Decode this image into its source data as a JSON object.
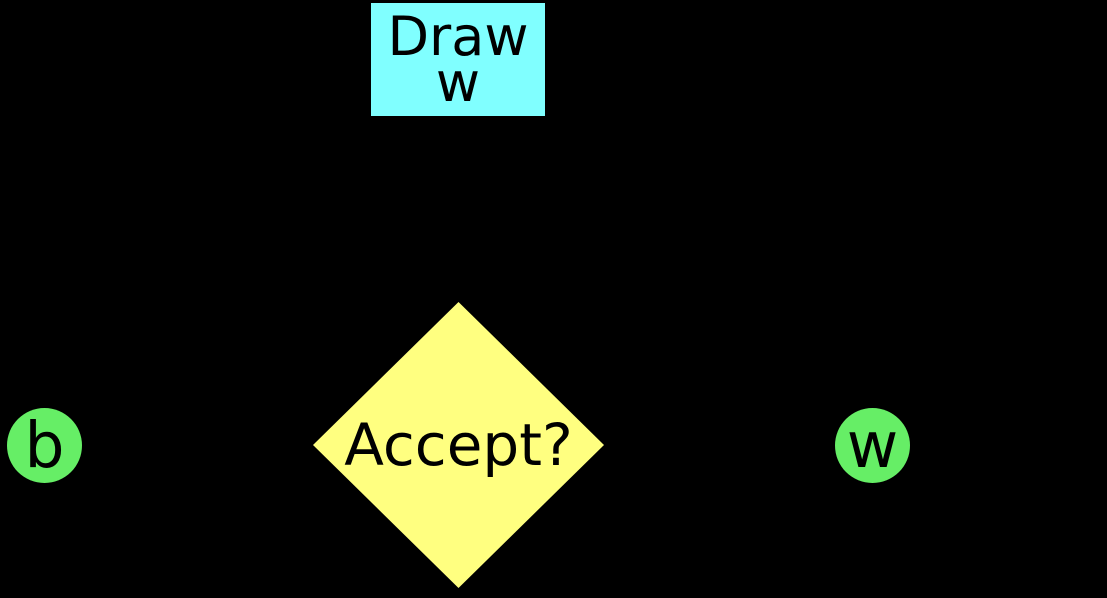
{
  "diagram": {
    "background_color": "#000000",
    "text_color": "#000000",
    "nodes": {
      "draw": {
        "shape": "rectangle",
        "fill": "#80ffff",
        "label": "Draw w",
        "label_line1": "Draw",
        "label_line2": "w"
      },
      "accept": {
        "shape": "diamond",
        "fill": "#ffff80",
        "label": "Accept?"
      },
      "state_b": {
        "shape": "circle",
        "fill": "#66ee66",
        "label": "b"
      },
      "state_w": {
        "shape": "circle",
        "fill": "#66ee66",
        "label": "w"
      }
    }
  }
}
